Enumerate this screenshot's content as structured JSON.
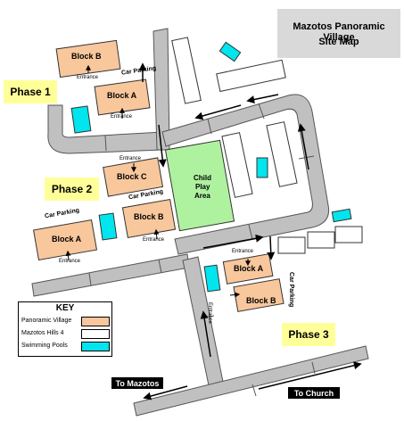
{
  "title": {
    "line1": "Mazotos Panoramic Village",
    "line2": "Site Map"
  },
  "phases": {
    "phase1": "Phase 1",
    "phase2": "Phase 2",
    "phase3": "Phase 3"
  },
  "blocks": {
    "p1_block_b": "Block B",
    "p1_block_a": "Block A",
    "p2_block_c": "Block C",
    "p2_block_b": "Block B",
    "p2_block_a": "Block A",
    "p3_block_a": "Block A",
    "p3_block_b": "Block B"
  },
  "labels": {
    "entrance": "Entrance",
    "car_parking": "Car Parking",
    "child_play_area_line1": "Child",
    "child_play_area_line2": "Play",
    "child_play_area_line3": "Area"
  },
  "key": {
    "title": "KEY",
    "items": [
      {
        "label": "Panoramic Village",
        "color": "#f8c79c"
      },
      {
        "label": "Mazotos Hills 4",
        "color": "#ffffff"
      },
      {
        "label": "Swimming Pools",
        "color": "#00e5ee"
      }
    ]
  },
  "directions": {
    "to_mazotos": "To Mazotos",
    "to_church": "To Church"
  },
  "colors": {
    "road": "#c0c0c0",
    "block": "#f8c79c",
    "pool": "#00e5ee",
    "play_area": "#aef2a0",
    "phase_label": "#ffff99",
    "title_bg": "#d9d9d9"
  }
}
